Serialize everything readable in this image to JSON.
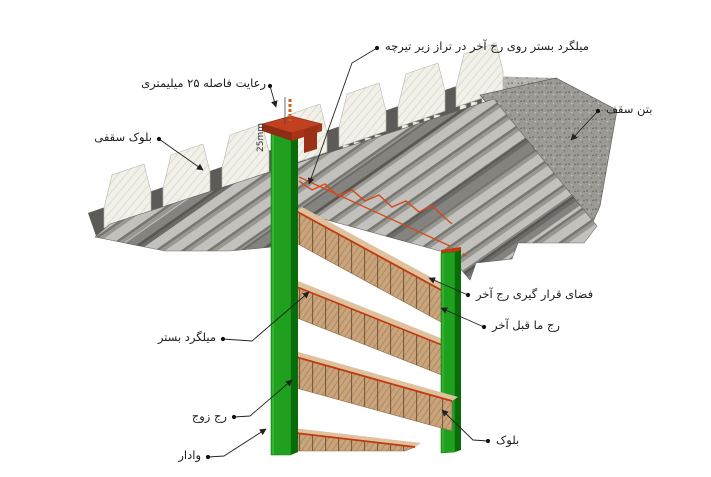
{
  "labels": {
    "bed_rebar_top": "میلگرد بستر روی رج آخر در تراز زیر تیرچه",
    "gap_25mm": "رعایت فاصله ۲۵ میلیمتری",
    "ceiling_block": "بلوک سقفی",
    "ceiling_concrete": "بتن سقف",
    "last_row_space": "فضای قرار گیری رج آخر",
    "second_last_row": "رج ما قبل آخر",
    "bed_rebar": "میلگرد بستر",
    "even_row": "رج زوج",
    "post": "وادار",
    "block": "بلوک",
    "dim_25mm": "25mm"
  },
  "colors": {
    "column_green": "#1fa01f",
    "column_dark": "#0a6b0a",
    "column_light": "#45c23c",
    "cap_red": "#c04020",
    "cap_red_dark": "#8f2d14",
    "rebar_orange": "#d2491a",
    "rebar_red": "#c0390f",
    "block_tan": "#c9a47d",
    "block_tan_top": "#dfc19e",
    "eps_white": "#f1f0e9",
    "gap_gray": "#5c5b57",
    "leader_ink": "#222222"
  }
}
